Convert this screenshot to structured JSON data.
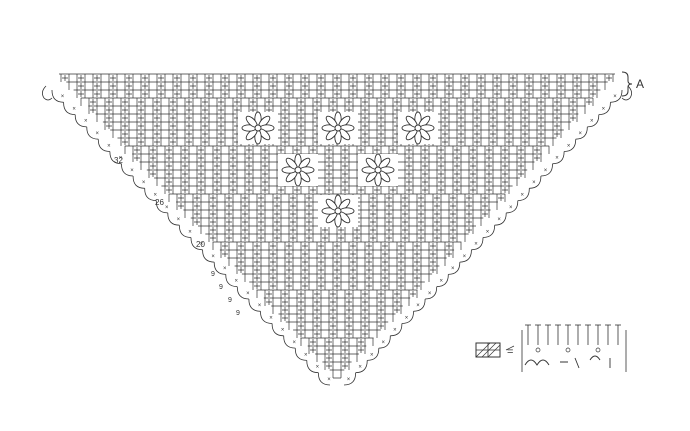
{
  "diagram": {
    "section_label": "A",
    "row_numbers": [
      "32",
      "26",
      "20"
    ],
    "edge_marks": [
      "9",
      "9",
      "9",
      "9"
    ],
    "legend": {
      "equals_sign": "="
    },
    "motif": "daisy-flower",
    "flower_count": 6,
    "colors": {
      "line": "#333333",
      "background": "#ffffff"
    }
  }
}
